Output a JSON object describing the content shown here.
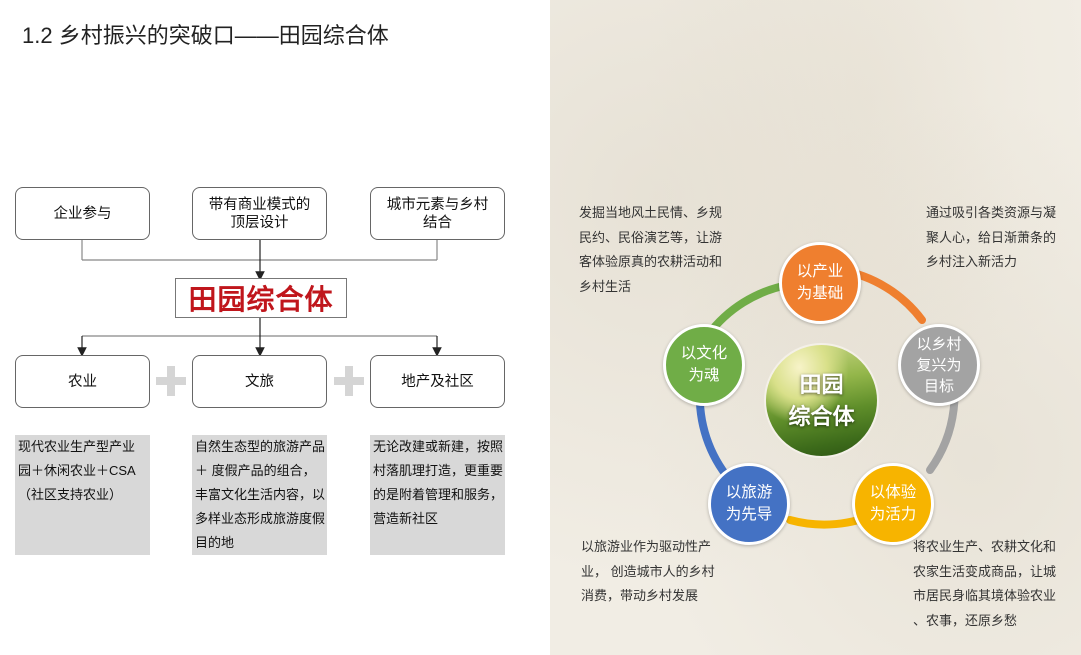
{
  "title": "1.2 乡村振兴的突破口——田园综合体",
  "top_inputs": [
    {
      "lines": [
        "企业参与"
      ]
    },
    {
      "lines": [
        "带有商业模式的",
        "顶层设计"
      ]
    },
    {
      "lines": [
        "城市元素与乡村",
        "结合"
      ]
    }
  ],
  "center_label": "田园综合体",
  "pillars": [
    {
      "label": "农业",
      "desc": [
        "现代农业生产型产业",
        "园＋休闲农业＋CSA",
        "（社区支持农业）"
      ]
    },
    {
      "label": "文旅",
      "desc": [
        "自然生态型的旅游产品",
        "＋ 度假产品的组合，",
        "丰富文化生活内容，以",
        "多样业态形成旅游度假",
        "目的地"
      ]
    },
    {
      "label": "地产及社区",
      "desc": [
        "无论改建或新建，按照",
        "村落肌理打造，更重要",
        "的是附着管理和服务，",
        "营造新社区"
      ]
    }
  ],
  "wheel": {
    "hub": [
      "田园",
      "综合体"
    ],
    "nodes": [
      {
        "lines": [
          "以产业",
          "为基础"
        ],
        "color": "#ef7f2f"
      },
      {
        "lines": [
          "以乡村",
          "复兴为",
          "目标"
        ],
        "color": "#a3a3a3"
      },
      {
        "lines": [
          "以体验",
          "为活力"
        ],
        "color": "#f7b400"
      },
      {
        "lines": [
          "以旅游",
          "为先导"
        ],
        "color": "#4472c4"
      },
      {
        "lines": [
          "以文化",
          "为魂"
        ],
        "color": "#70ad47"
      }
    ],
    "notes": [
      [
        "发掘当地风土民情、乡规",
        "民约、民俗演艺等，让游",
        "客体验原真的农耕活动和",
        "乡村生活"
      ],
      [
        "通过吸引各类资源与凝",
        "聚人心，给日渐萧条的",
        "乡村注入新活力"
      ],
      [
        "以旅游业作为驱动性产",
        "业， 创造城市人的乡村",
        "消费，带动乡村发展"
      ],
      [
        "将农业生产、农耕文化和",
        "农家生活变成商品，让城",
        "市居民身临其境体验农业",
        "、农事，还原乡愁"
      ]
    ]
  },
  "colors": {
    "center_label": "#c0161c",
    "desc_bg": "#d8d8d8",
    "panel_bg": "#f1ede4"
  }
}
